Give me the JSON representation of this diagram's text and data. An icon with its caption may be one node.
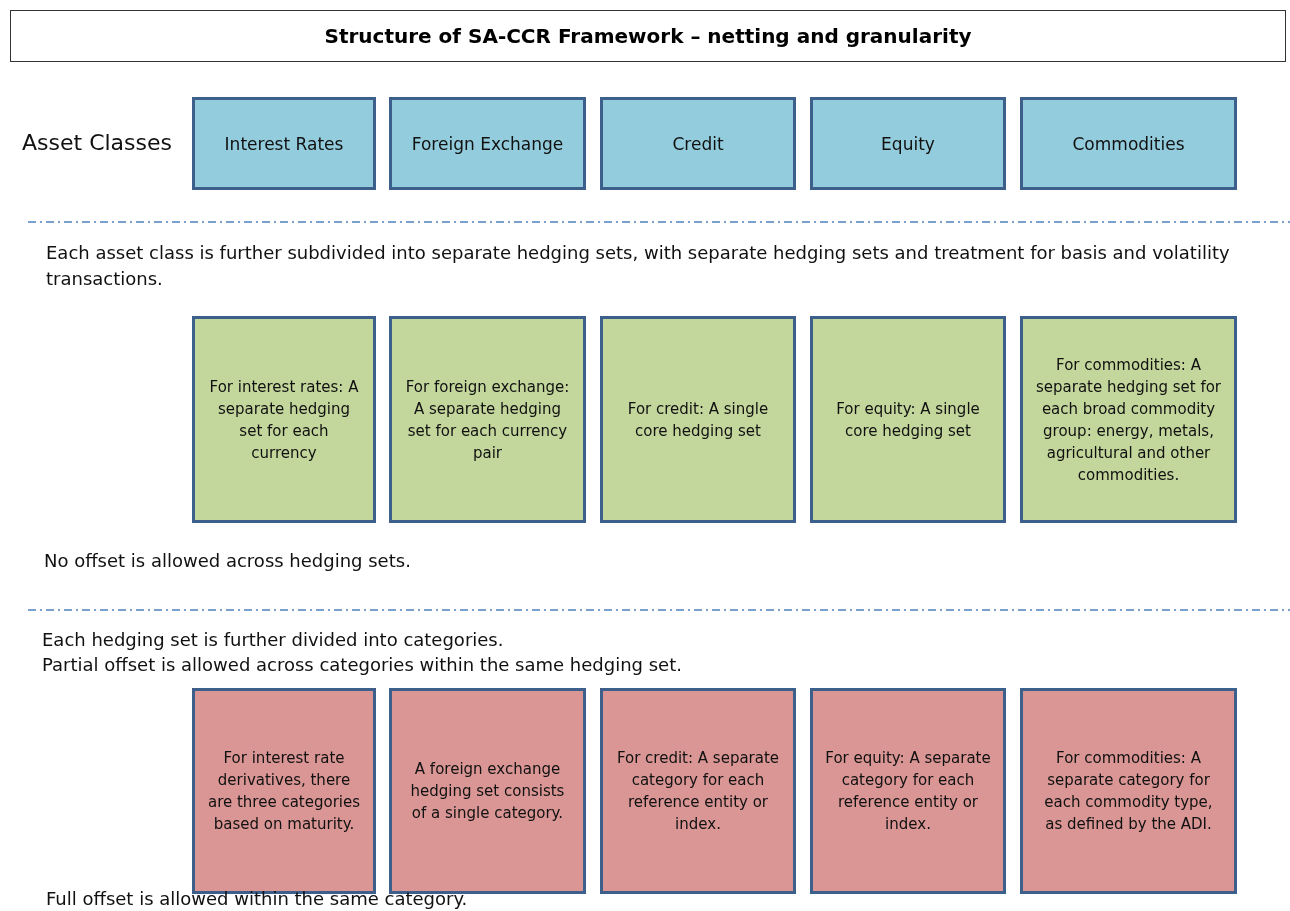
{
  "diagram": {
    "title": "Structure of SA-CCR Framework – netting and granularity",
    "nodes": [
      {
        "text": [
          "Interest Rates"
        ]
      },
      {
        "text": [
          "Foreign Exchange"
        ]
      },
      {
        "text": [
          "Credit"
        ]
      },
      {
        "text": [
          "Equity"
        ]
      },
      {
        "text": [
          "Commodities"
        ]
      },
      {
        "text": [
          "For interest rates: A separate hedging set for each currency"
        ]
      },
      {
        "text": [
          "For foreign exchange: A separate hedging set for each currency pair"
        ]
      },
      {
        "text": [
          "For credit: A single core hedging set"
        ]
      },
      {
        "text": [
          "For equity: A single core hedging set"
        ]
      },
      {
        "text": [
          "For commodities: A separate hedging set for each broad commodity group: energy, metals, agricultural and other commodities."
        ]
      },
      {
        "text": [
          "For interest rate derivatives, there are three categories based on maturity."
        ]
      },
      {
        "text": [
          "A foreign exchange hedging set consists of a single category."
        ]
      },
      {
        "text": [
          "For credit: A separate category for each reference entity or index."
        ]
      },
      {
        "text": [
          "For equity: A separate category for each reference entity or index."
        ]
      },
      {
        "text": [
          "For commodities: A separate category for each commodity type, as defined by the ADI."
        ]
      }
    ],
    "labels": [
      "Asset Classes",
      "Each asset class is further subdivided into separate hedging sets, with separate hedging sets and treatment for basis and volatility transactions.",
      "No offset is allowed across hedging sets.",
      "Each hedging set is further divided into categories.",
      "Partial offset is allowed across categories within the same hedging set.",
      "Full offset is allowed within the same category."
    ]
  }
}
